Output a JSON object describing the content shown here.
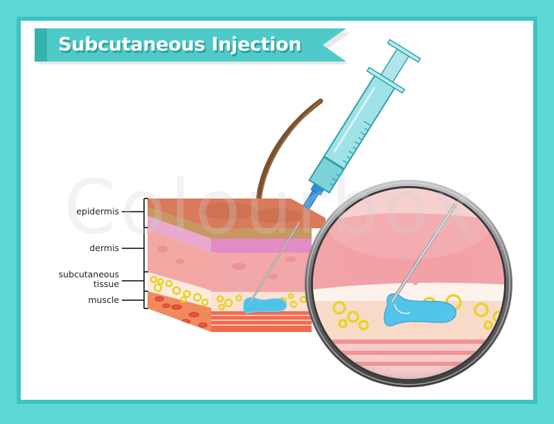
{
  "title": "Subcutaneous Injection",
  "labels": {
    "epidermis": "epidermis",
    "dermis": "dermis",
    "subcutaneous_line1": "subcutaneous",
    "subcutaneous_line2": "tissue",
    "muscle": "muscle"
  },
  "watermark": "Colourbox",
  "colors": {
    "background": "#5ED8D6",
    "frame_border": "#3CC3C3",
    "banner": "#4ECBC8",
    "banner_tab": "#36B3B0",
    "banner_text_shadow": "#2A9E9C",
    "epidermis_top": "#D97A5A",
    "dermis": "#F2A8A8",
    "fat_cells": "#E6D21E",
    "muscle": "#E8553F",
    "injected_fluid": "#4EC3EA",
    "syringe_barrel": "#9FE3E6",
    "needle_hub": "#2F8DE0",
    "hair": "#7A5230",
    "magnifier_rim": "#5A5A5C"
  },
  "illustration": {
    "components": [
      "skin-cross-section",
      "hair",
      "syringe",
      "needle",
      "injected-fluid",
      "magnifier-lens"
    ]
  }
}
